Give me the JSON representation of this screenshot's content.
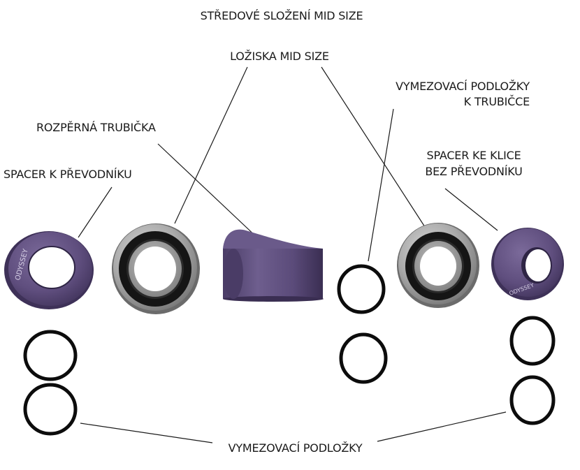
{
  "labels": {
    "title": "STŘEDOVÉ SLOŽENÍ MID SIZE",
    "bearings": "LOŽISKA MID SIZE",
    "tube_spacers_line1": "VYMEZOVACÍ PODLOŽKY",
    "tube_spacers_line2": "K TRUBIČCE",
    "spacer_tube": "ROZPĚRNÁ TRUBIČKA",
    "crank_spacer_line1": "SPACER KE KLICE",
    "crank_spacer_line2": "BEZ PŘEVODNÍKU",
    "sprocket_spacer": "SPACER K PŘEVODNÍKU",
    "spacers": "VYMEZOVACÍ PODLOŽKY"
  },
  "colors": {
    "purple": "#5f4e7e",
    "purple_dark": "#3e3158",
    "metal": "#a9a9a9",
    "seal": "#151515",
    "ring": "#0c0c0c",
    "leader": "#1a1a1a",
    "text": "#1a1a1a"
  },
  "icons": {
    "spacer_left": "purple-spacer-icon",
    "bearing_left": "bearing-icon",
    "tube": "spacer-tube-icon",
    "bearing_right": "bearing-icon",
    "spacer_right": "purple-cone-spacer-icon",
    "o_ring": "o-ring-icon"
  }
}
